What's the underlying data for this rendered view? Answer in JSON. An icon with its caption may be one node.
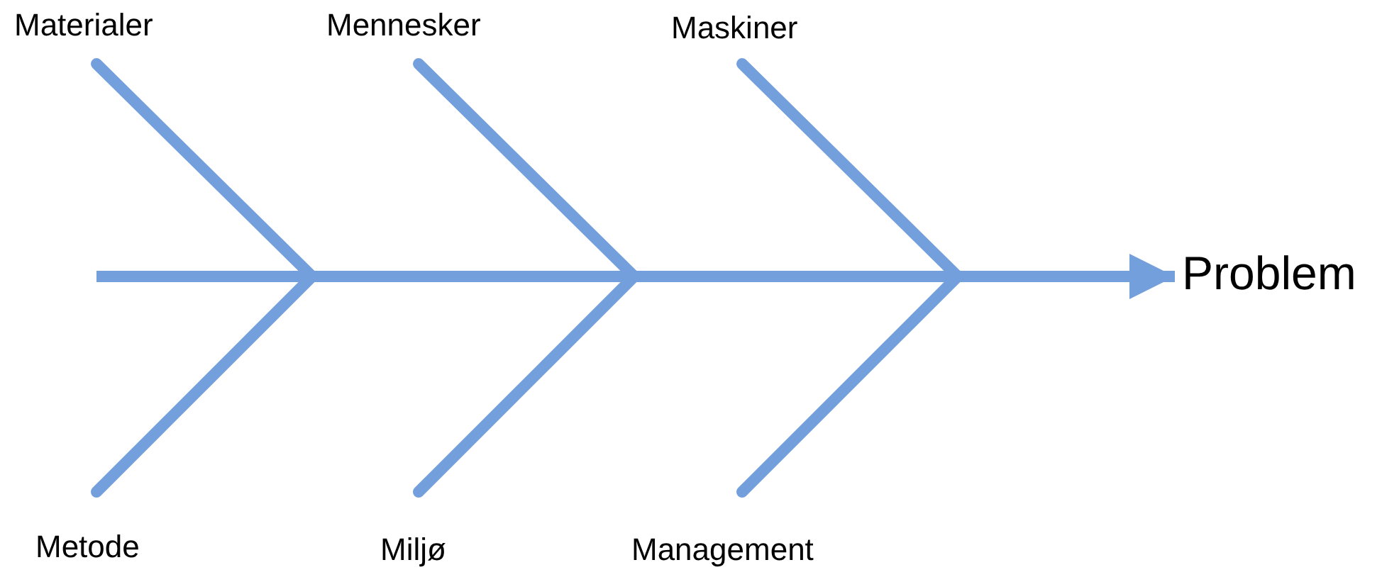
{
  "diagram": {
    "nodes": [
      {
        "text": [
          "Materialer"
        ]
      },
      {
        "text": [
          "Mennesker"
        ]
      },
      {
        "text": [
          "Maskiner"
        ]
      },
      {
        "text": [
          "Problem"
        ]
      },
      {
        "text": [
          "Metode"
        ]
      },
      {
        "text": [
          "Miljø"
        ]
      },
      {
        "text": [
          "Management"
        ]
      }
    ],
    "edges": [
      {
        "from": 0,
        "to": null,
        "arrow": "none"
      },
      {
        "from": 1,
        "to": null,
        "arrow": "none"
      },
      {
        "from": 2,
        "to": null,
        "arrow": "none"
      },
      {
        "from": null,
        "to": 3,
        "arrow": "to"
      },
      {
        "from": 4,
        "to": null,
        "arrow": "none"
      },
      {
        "from": 5,
        "to": null,
        "arrow": "none"
      },
      {
        "from": 6,
        "to": null,
        "arrow": "none"
      }
    ]
  }
}
